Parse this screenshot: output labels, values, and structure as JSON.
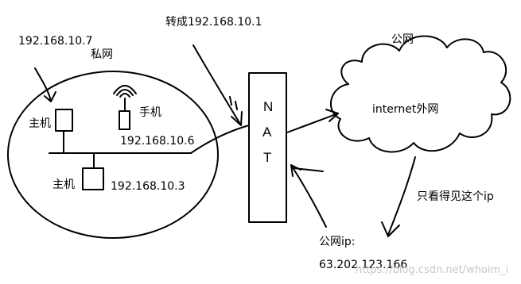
{
  "labels": {
    "top_ip": "192.168.10.7",
    "private_net": "私网",
    "convert_to": "转成192.168.10.1",
    "public_net": "公网",
    "host_top": "主机",
    "phone": "手机",
    "router_ip": "192.168.10.6",
    "host_bottom": "主机",
    "host_bottom_ip": "192.168.10.3",
    "nat": [
      "N",
      "A",
      "T"
    ],
    "internet": "internet外网",
    "only_see": "只看得见这个ip",
    "public_ip_label": "公网ip:",
    "public_ip_value": "63.202.123.166",
    "watermark": "https://blog.csdn.net/whoim_i"
  },
  "colors": {
    "ink": "#000000",
    "watermark": "#c8c8c8"
  }
}
